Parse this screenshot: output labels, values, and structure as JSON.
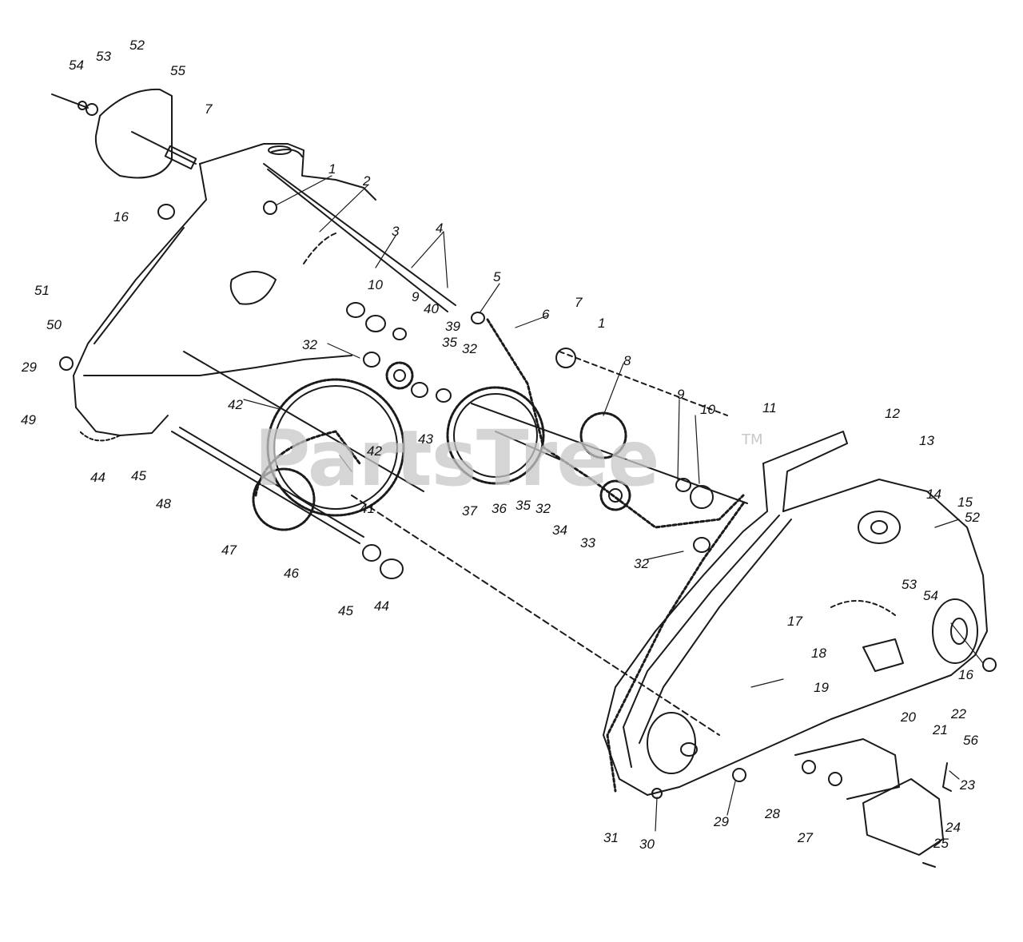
{
  "watermark": {
    "text": "PartsTree",
    "trademark": "TM"
  },
  "callouts": [
    "54",
    "53",
    "52",
    "55",
    "7",
    "1",
    "2",
    "16",
    "3",
    "4",
    "51",
    "50",
    "10",
    "9",
    "40",
    "5",
    "6",
    "7",
    "1",
    "39",
    "32",
    "35",
    "32",
    "29",
    "8",
    "9",
    "10",
    "11",
    "12",
    "13",
    "42",
    "49",
    "44",
    "45",
    "48",
    "43",
    "42",
    "41",
    "37",
    "36",
    "35",
    "32",
    "34",
    "33",
    "47",
    "46",
    "45",
    "44",
    "14",
    "15",
    "52",
    "53",
    "54",
    "32",
    "17",
    "18",
    "16",
    "19",
    "20",
    "22",
    "21",
    "56",
    "23",
    "31",
    "30",
    "29",
    "28",
    "27",
    "24",
    "25"
  ]
}
